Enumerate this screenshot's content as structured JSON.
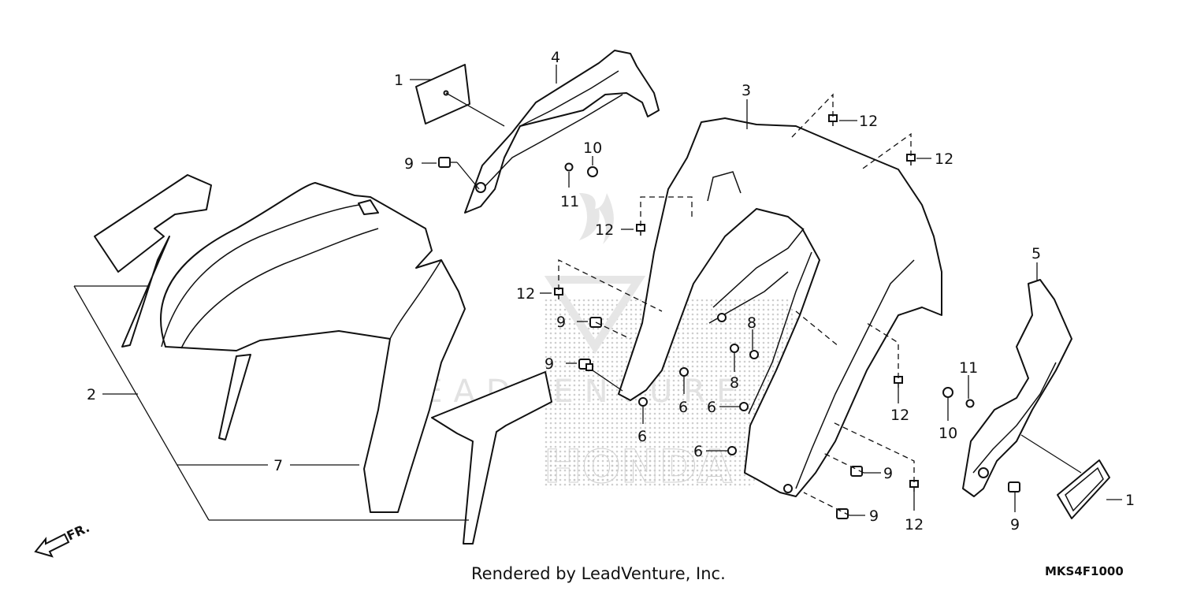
{
  "diagram": {
    "callouts": [
      {
        "label": "1"
      },
      {
        "label": "4"
      },
      {
        "label": "9"
      },
      {
        "label": "10"
      },
      {
        "label": "11"
      },
      {
        "label": "3"
      },
      {
        "label": "12"
      },
      {
        "label": "12"
      },
      {
        "label": "12"
      },
      {
        "label": "12"
      },
      {
        "label": "2"
      },
      {
        "label": "7"
      },
      {
        "label": "9"
      },
      {
        "label": "9"
      },
      {
        "label": "6"
      },
      {
        "label": "6"
      },
      {
        "label": "8"
      },
      {
        "label": "8"
      },
      {
        "label": "6"
      },
      {
        "label": "6"
      },
      {
        "label": "12"
      },
      {
        "label": "5"
      },
      {
        "label": "11"
      },
      {
        "label": "10"
      },
      {
        "label": "9"
      },
      {
        "label": "9"
      },
      {
        "label": "12"
      },
      {
        "label": "1"
      },
      {
        "label": "9"
      }
    ],
    "direction_label": "FR.",
    "watermark_text": "HONDA",
    "watermark_sub": "LEADVENTURE"
  },
  "footer": {
    "credit": "Rendered by LeadVenture, Inc.",
    "diagram_code": "MKS4F1000"
  },
  "colors": {
    "line": "#111111",
    "background": "#ffffff",
    "watermark": "#d9d9d9"
  }
}
